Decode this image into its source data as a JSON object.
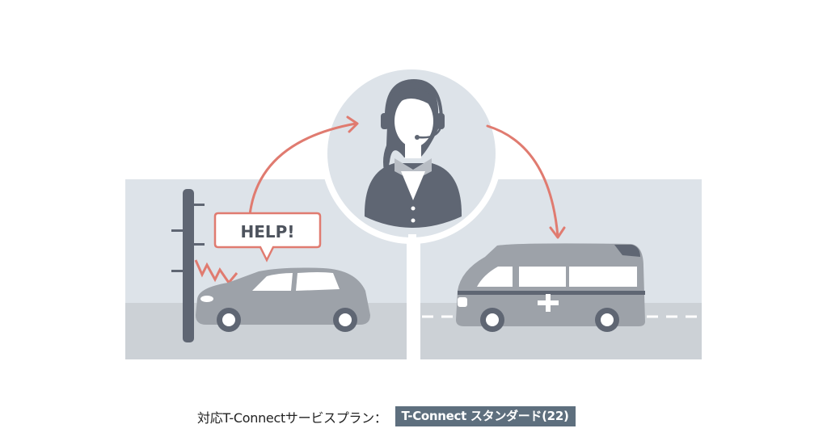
{
  "illustration": {
    "bubble_text": "HELP!",
    "colors": {
      "panel": "#dde3e9",
      "road": "#ccd1d6",
      "dark": "#5f6673",
      "car": "#9da2a9",
      "accent": "#e07b70"
    }
  },
  "caption": {
    "label": "対応T-Connectサービスプラン：",
    "plan_badge": "T-Connect スタンダード(22)"
  }
}
